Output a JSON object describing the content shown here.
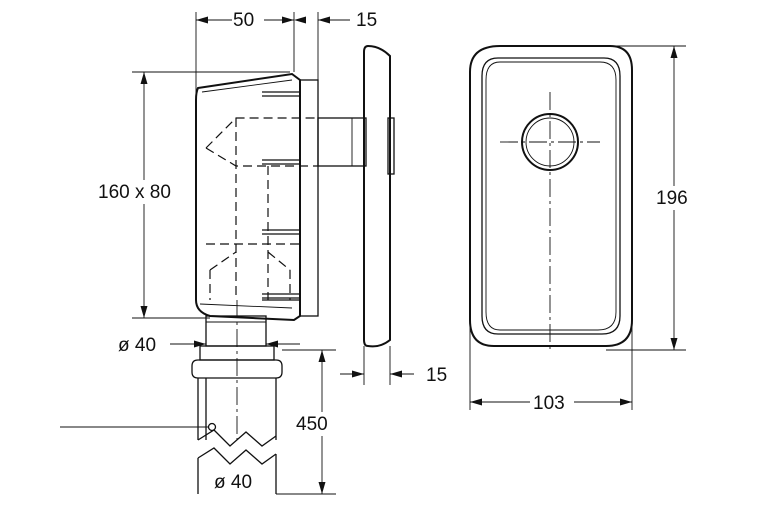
{
  "dimensions": {
    "box_depth": "50",
    "flange_gap": "15",
    "box_size": "160 x 80",
    "pipe_diameter_top": "ø 40",
    "cover_thickness": "15",
    "drain_length": "450",
    "pipe_diameter_bottom": "ø 40",
    "cover_height": "196",
    "cover_width": "103"
  }
}
